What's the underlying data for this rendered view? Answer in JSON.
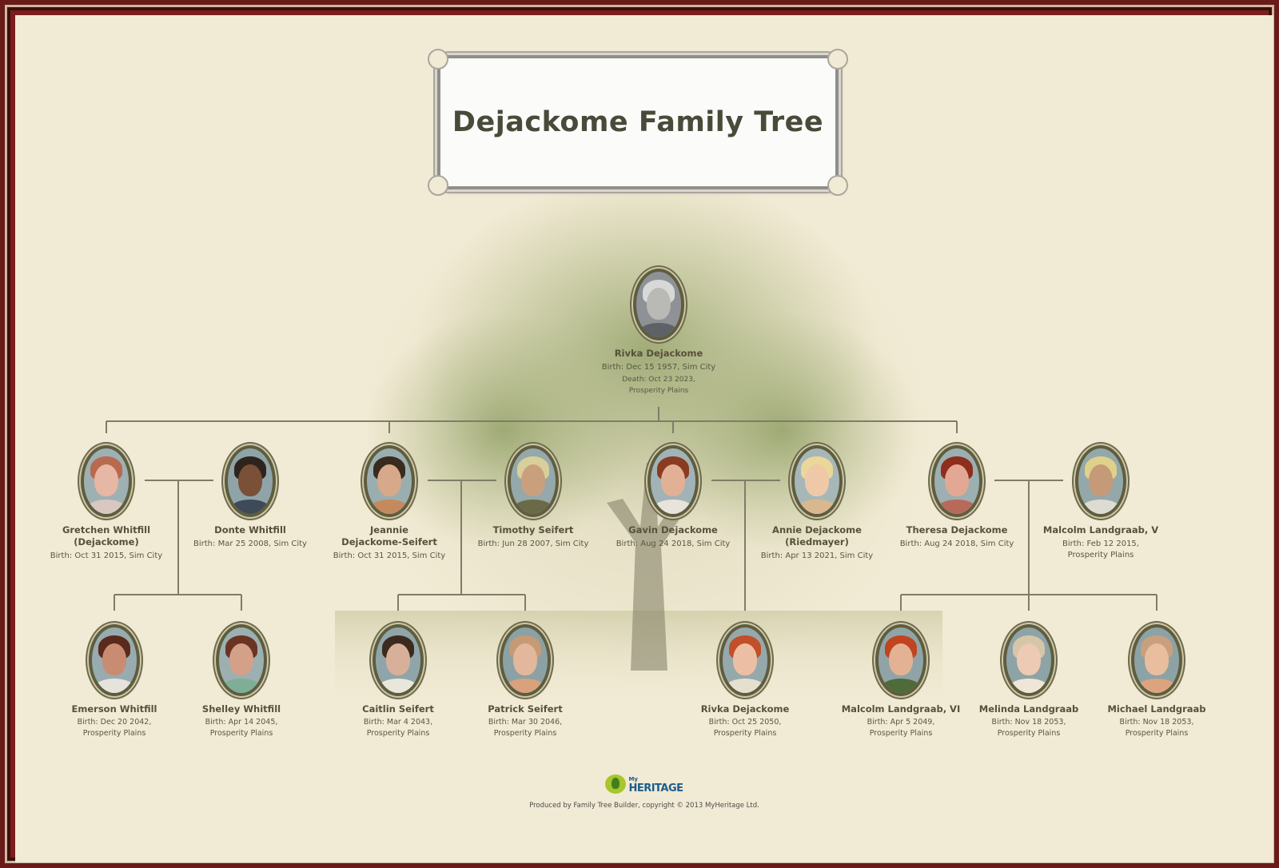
{
  "title": "Dejackome Family Tree",
  "root": {
    "name": "Rivka Dejackome",
    "birth": "Birth: Dec 15 1957, Sim City",
    "death": "Death: Oct 23 2023,",
    "death_place": "Prosperity Plains"
  },
  "generation2": [
    {
      "name": "Gretchen Whitfill",
      "name2": "(Dejackome)",
      "birth": "Birth: Oct 31 2015, Sim City"
    },
    {
      "name": "Donte Whitfill",
      "name2": "",
      "birth": "Birth: Mar 25 2008, Sim City"
    },
    {
      "name": "Jeannie",
      "name2": "Dejackome-Seifert",
      "birth": "Birth: Oct 31 2015, Sim City"
    },
    {
      "name": "Timothy Seifert",
      "name2": "",
      "birth": "Birth: Jun 28 2007, Sim City"
    },
    {
      "name": "Gavin Dejackome",
      "name2": "",
      "birth": "Birth: Aug 24 2018, Sim City"
    },
    {
      "name": "Annie Dejackome",
      "name2": "(Riedmayer)",
      "birth": "Birth: Apr 13 2021, Sim City"
    },
    {
      "name": "Theresa Dejackome",
      "name2": "",
      "birth": "Birth: Aug 24 2018, Sim City"
    },
    {
      "name": "Malcolm Landgraab, V",
      "name2": "",
      "birth": "Birth: Feb 12 2015,",
      "birth2": "Prosperity Plains"
    }
  ],
  "generation3": [
    {
      "name": "Emerson Whitfill",
      "birth": "Birth: Dec 20 2042,",
      "place": "Prosperity Plains"
    },
    {
      "name": "Shelley Whitfill",
      "birth": "Birth: Apr 14 2045,",
      "place": "Prosperity Plains"
    },
    {
      "name": "Caitlin Seifert",
      "birth": "Birth: Mar 4 2043,",
      "place": "Prosperity Plains"
    },
    {
      "name": "Patrick Seifert",
      "birth": "Birth: Mar 30 2046,",
      "place": "Prosperity Plains"
    },
    {
      "name": "Rivka Dejackome",
      "birth": "Birth: Oct 25 2050,",
      "place": "Prosperity Plains"
    },
    {
      "name": "Malcolm Landgraab, VI",
      "birth": "Birth: Apr 5 2049,",
      "place": "Prosperity Plains"
    },
    {
      "name": "Melinda Landgraab",
      "birth": "Birth: Nov 18 2053,",
      "place": "Prosperity Plains"
    },
    {
      "name": "Michael Landgraab",
      "birth": "Birth: Nov 18 2053,",
      "place": "Prosperity Plains"
    }
  ],
  "footer": {
    "logo_small": "My",
    "logo_text": "HERITAGE",
    "credit": "Produced by Family Tree Builder, copyright © 2013 MyHeritage Ltd."
  }
}
